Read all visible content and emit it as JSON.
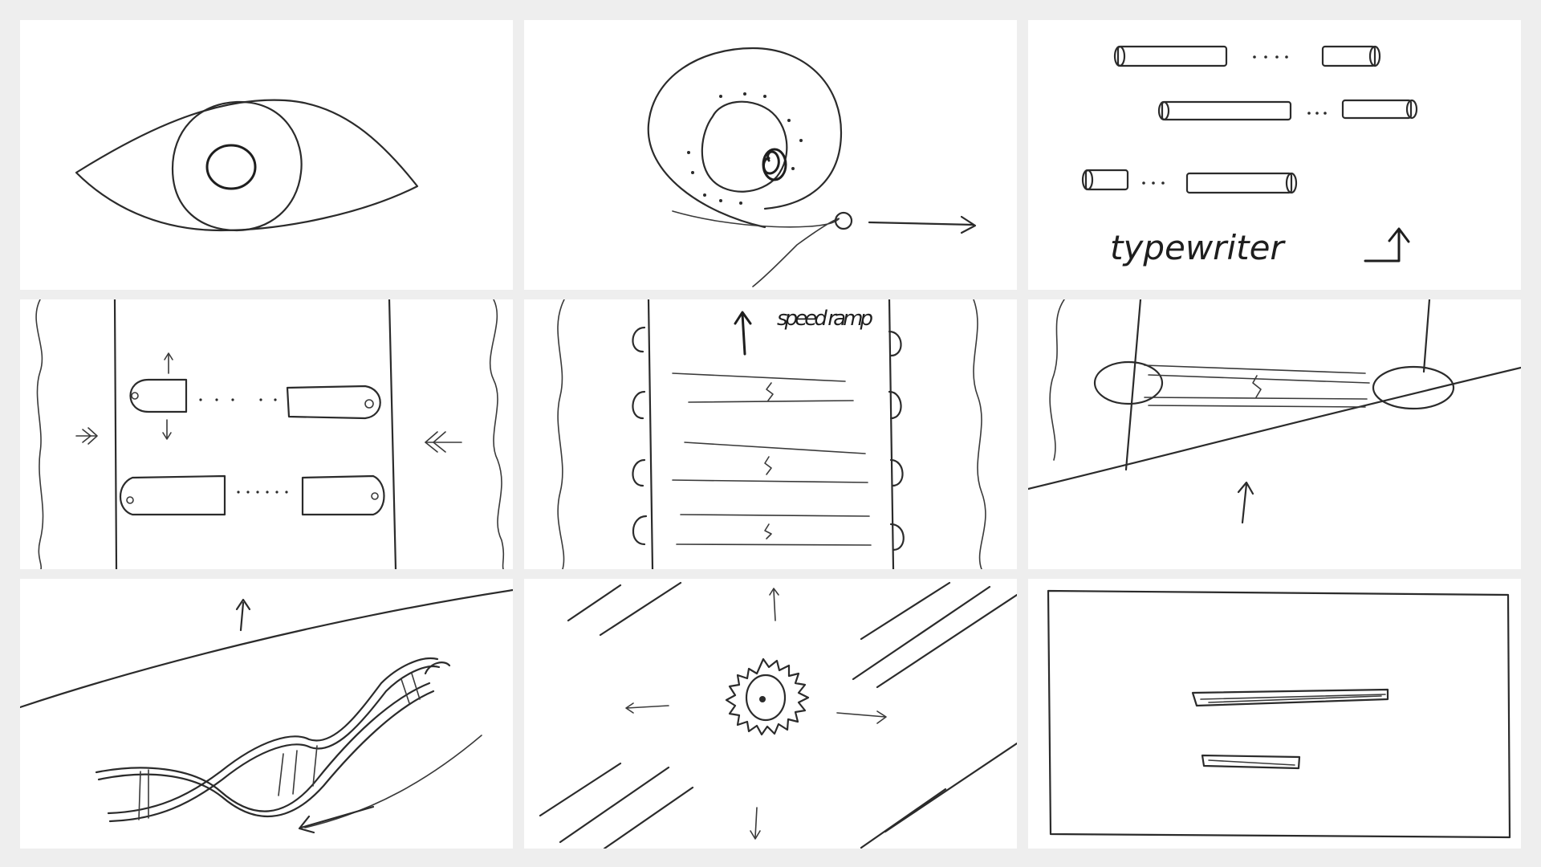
{
  "board": {
    "background_color": "#eeeeee",
    "panel_color": "#ffffff",
    "ink_color": "#2b2b2b",
    "panels": [
      {
        "id": "eye"
      },
      {
        "id": "spiral-iris",
        "icons": [
          "right-arrow-icon"
        ]
      },
      {
        "id": "typewriter-bars",
        "label": "typewriter",
        "icons": [
          "corner-up-arrow-icon"
        ]
      },
      {
        "id": "pill-bars-converge",
        "icons": [
          "up-arrow-icon",
          "down-arrow-icon",
          "right-arrow-icon",
          "left-arrow-icon"
        ]
      },
      {
        "id": "speed-ramp-ladder",
        "label": "speed ramp",
        "icons": [
          "up-arrow-icon"
        ]
      },
      {
        "id": "tilted-cylinder",
        "icons": [
          "up-arrow-icon"
        ]
      },
      {
        "id": "dna-helix",
        "icons": [
          "up-arrow-icon",
          "left-arrow-icon"
        ]
      },
      {
        "id": "gear-burst",
        "icons": [
          "up-arrow-icon",
          "down-arrow-icon",
          "left-arrow-icon",
          "right-arrow-icon",
          "gear-icon"
        ]
      },
      {
        "id": "end-card-frame"
      }
    ]
  }
}
